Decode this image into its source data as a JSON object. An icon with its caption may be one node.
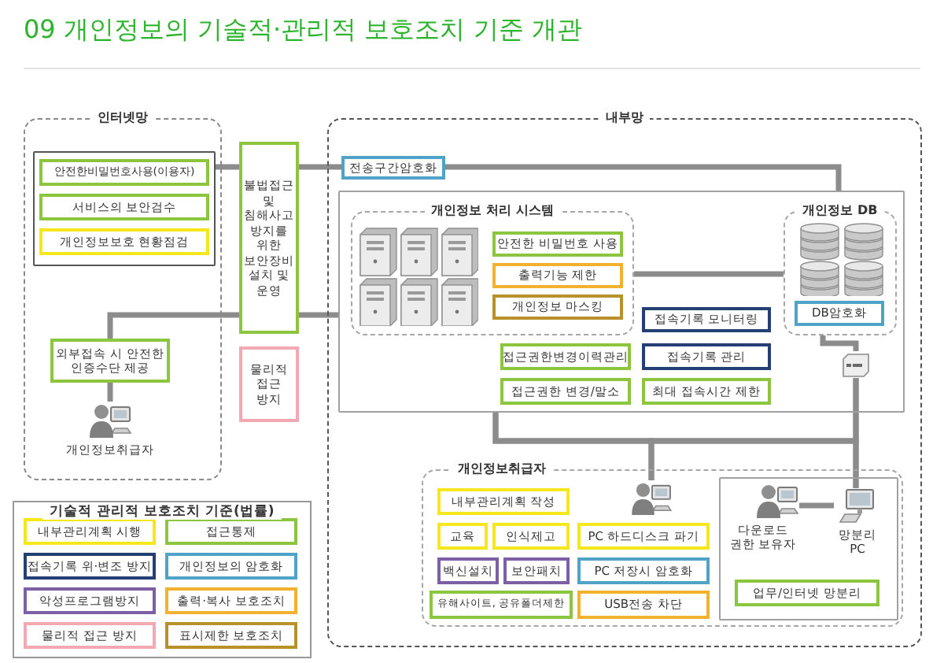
{
  "diagram": {
    "title": "09 개인정보의 기술적·관리적 보호조치 기준 개관",
    "nodes": [
      {
        "text": [
          "인터넷망"
        ]
      },
      {
        "text": [],
        "shape": "box",
        "in": 0
      },
      {
        "text": [
          "안전한비밀번호사용(이용자)"
        ],
        "in": 1
      },
      {
        "text": [
          "서비스의 보안검수"
        ],
        "in": 1
      },
      {
        "text": [
          "개인정보보호 현황점검"
        ],
        "in": 1
      },
      {
        "text": [
          "외부접속 시 안전한 인증수단 제공"
        ],
        "in": 0
      },
      {
        "text": [
          "개인정보취급자"
        ],
        "in": 0
      },
      {
        "text": [
          "불법접근 및 침해사고 방지를 위한 보안장비 설치 및 운영"
        ]
      },
      {
        "text": [
          "물리적 접근 방지"
        ]
      },
      {
        "text": [
          "내부망"
        ]
      },
      {
        "text": [
          "전송구간암호화"
        ],
        "in": 9
      },
      {
        "text": [],
        "shape": "box",
        "in": 9
      },
      {
        "text": [
          "개인정보 처리 시스템"
        ],
        "in": 11
      },
      {
        "text": [
          "안전한 비밀번호 사용"
        ],
        "in": 12
      },
      {
        "text": [
          "출력기능 제한"
        ],
        "in": 12
      },
      {
        "text": [
          "개인정보 마스킹"
        ],
        "in": 12
      },
      {
        "text": [
          "개인정보 DB"
        ],
        "in": 11
      },
      {
        "text": [
          "DB암호화"
        ],
        "in": 16
      },
      {
        "text": [
          "접속기록 모니터링"
        ],
        "in": 11
      },
      {
        "text": [
          "접근권한변경이력관리"
        ],
        "in": 11
      },
      {
        "text": [
          "접속기록 관리"
        ],
        "in": 11
      },
      {
        "text": [],
        "shape": "picture",
        "in": 11
      },
      {
        "text": [
          "접근권한 변경/말소"
        ],
        "in": 11
      },
      {
        "text": [
          "최대 접속시간 제한"
        ],
        "in": 11
      },
      {
        "text": [
          "개인정보취급자"
        ],
        "in": 9
      },
      {
        "text": [
          "내부관리계획 작성"
        ],
        "in": 24
      },
      {
        "text": [],
        "shape": "person",
        "in": 24
      },
      {
        "text": [],
        "shape": "box",
        "in": 24
      },
      {
        "text": [
          "다운로드 권한 보유자"
        ],
        "in": 27
      },
      {
        "text": [
          "망분리 PC"
        ],
        "in": 27
      },
      {
        "text": [
          "교육"
        ],
        "in": 24
      },
      {
        "text": [
          "인식제고"
        ],
        "in": 24
      },
      {
        "text": [
          "PC 하드디스크 파기"
        ],
        "in": 24
      },
      {
        "text": [
          "백신설치"
        ],
        "in": 24
      },
      {
        "text": [
          "보안패치"
        ],
        "in": 24
      },
      {
        "text": [
          "PC 저장시 암호화"
        ],
        "in": 24
      },
      {
        "text": [
          "업무/인터넷 망분리"
        ],
        "in": 27
      },
      {
        "text": [
          "유해사이트, 공유폴더제한"
        ],
        "in": 24
      },
      {
        "text": [
          "USB전송 차단"
        ],
        "in": 24
      }
    ],
    "edges": [
      {
        "from": 1,
        "to": 7,
        "arrow": "none"
      },
      {
        "from": 7,
        "to": 10,
        "arrow": "none"
      },
      {
        "from": 10,
        "to": 11,
        "arrow": "none"
      },
      {
        "from": 6,
        "to": 5,
        "arrow": "none"
      },
      {
        "from": 5,
        "to": 7,
        "arrow": "none"
      },
      {
        "from": 7,
        "to": 11,
        "arrow": "none"
      },
      {
        "from": 12,
        "to": 16,
        "arrow": "none"
      },
      {
        "from": 16,
        "to": 21,
        "arrow": "none"
      },
      {
        "from": 11,
        "to": 26,
        "arrow": "none"
      },
      {
        "from": 11,
        "to": 29,
        "arrow": "none"
      },
      {
        "from": 21,
        "to": 26,
        "arrow": "none"
      },
      {
        "from": 21,
        "to": 29,
        "arrow": "none"
      },
      {
        "from": 28,
        "to": 29,
        "arrow": "none"
      }
    ],
    "labels": [
      "기술적 관리적 보호조치 기준(법률)"
    ],
    "legend": [
      {
        "text": "내부관리계획 시행",
        "color": "#f6e61c"
      },
      {
        "text": "접근통제",
        "color": "#8cc63e"
      },
      {
        "text": "접속기록 위·변조 방지",
        "color": "#243f73"
      },
      {
        "text": "개인정보의 암호화",
        "color": "#4fa3c7"
      },
      {
        "text": "악성프로그램방지",
        "color": "#7d5fa6"
      },
      {
        "text": "출력·복사 보호조치",
        "color": "#f2b230"
      },
      {
        "text": "물리적 접근 방지",
        "color": "#f3a9b1"
      },
      {
        "text": "표시제한 보호조치",
        "color": "#b9912a"
      }
    ]
  }
}
